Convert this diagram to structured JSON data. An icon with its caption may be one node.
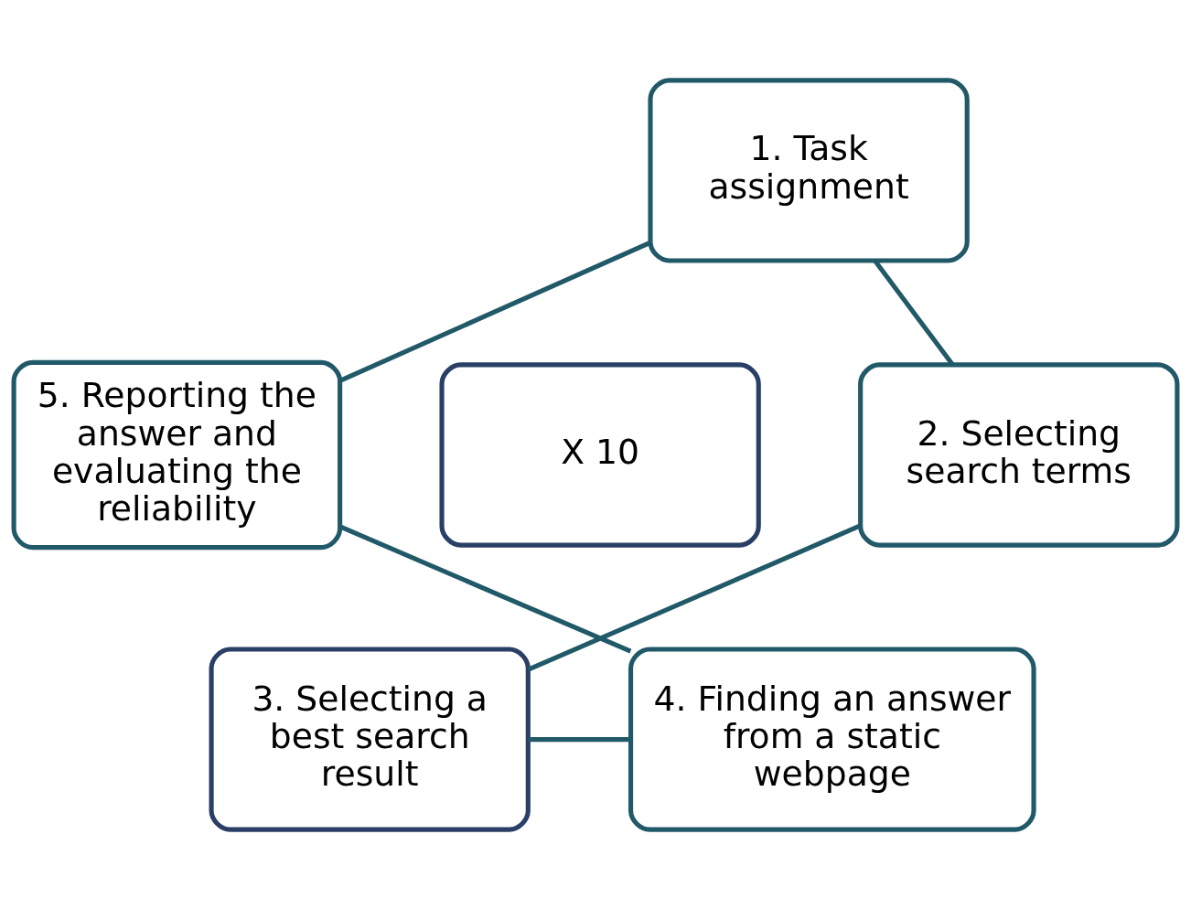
{
  "diagram": {
    "nodes": [
      {
        "text": [
          "1. Task assignment"
        ]
      },
      {
        "text": [
          "2. Selecting search terms"
        ]
      },
      {
        "text": [
          "3. Selecting a best search result"
        ]
      },
      {
        "text": [
          "4. Finding an answer from a static webpage"
        ]
      },
      {
        "text": [
          "5. Reporting the answer and evaluating the reliability"
        ]
      },
      {
        "text": [
          "X 10"
        ]
      }
    ],
    "edges": [
      {
        "from": 0,
        "to": 1,
        "arrow": "none"
      },
      {
        "from": 1,
        "to": 2,
        "arrow": "none"
      },
      {
        "from": 2,
        "to": 3,
        "arrow": "none"
      },
      {
        "from": 3,
        "to": 4,
        "arrow": "none"
      },
      {
        "from": 4,
        "to": 0,
        "arrow": "none"
      }
    ]
  }
}
